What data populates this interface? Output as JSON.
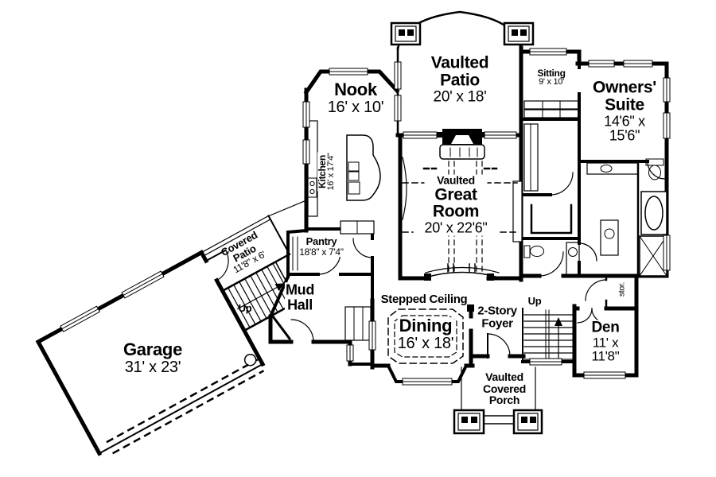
{
  "rooms": {
    "vaulted_patio": {
      "name_line1": "Vaulted",
      "name_line2": "Patio",
      "dims": "20' x 18'"
    },
    "sitting": {
      "name": "Sitting",
      "dims": "9' x 10'"
    },
    "owners_suite": {
      "name_line1": "Owners'",
      "name_line2": "Suite",
      "dims_line1": "14'6\" x",
      "dims_line2": "15'6\""
    },
    "nook": {
      "name": "Nook",
      "dims": "16' x 10'"
    },
    "kitchen": {
      "name": "Kitchen",
      "dims": "16' x 17'4\""
    },
    "great_room": {
      "ceiling_note": "Vaulted",
      "name_line1": "Great",
      "name_line2": "Room",
      "dims": "20' x 22'6\""
    },
    "covered_patio": {
      "name_line1": "Covered",
      "name_line2": "Patio",
      "dims": "11'8\" x 6'"
    },
    "pantry": {
      "name": "Pantry",
      "dims": "18'8\" x 7'4\""
    },
    "mud_hall": {
      "name_line1": "Mud",
      "name_line2": "Hall"
    },
    "garage": {
      "name": "Garage",
      "dims": "31' x 23'"
    },
    "dining": {
      "ceiling_note": "Stepped Ceiling",
      "name": "Dining",
      "dims": "16' x 18'"
    },
    "foyer": {
      "name_line1": "2-Story",
      "name_line2": "Foyer"
    },
    "den": {
      "name": "Den",
      "dims_line1": "11' x",
      "dims_line2": "11'8\""
    },
    "storage": {
      "name": "stor."
    },
    "porch": {
      "name_line1": "Vaulted",
      "name_line2": "Covered",
      "name_line3": "Porch"
    },
    "stairs_left": {
      "label": "Up"
    },
    "stairs_right": {
      "label": "Up"
    }
  },
  "colors": {
    "ink": "#000000",
    "paper": "#ffffff"
  }
}
